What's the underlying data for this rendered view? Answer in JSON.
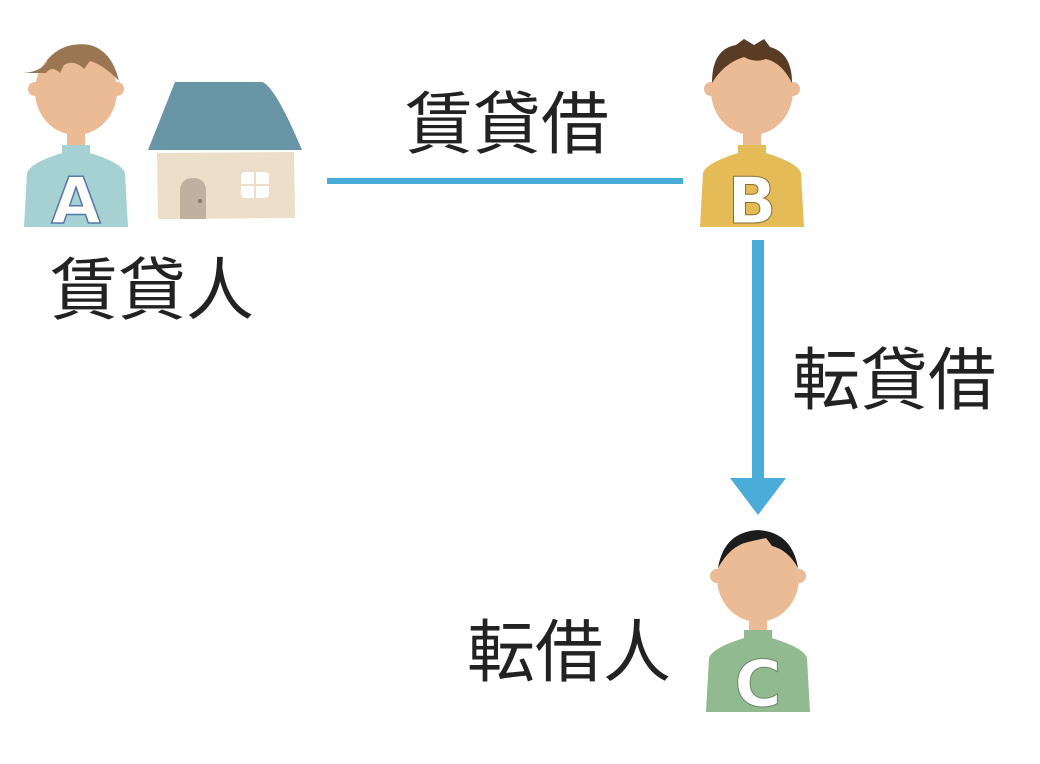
{
  "labels": {
    "lessor": "賃貸人",
    "lease": "賃貸借",
    "sublease": "転貸借",
    "sublessee": "転借人"
  },
  "persons": [
    {
      "letter": "A",
      "shirt": "#a5d1d2",
      "hair": "#9a7652"
    },
    {
      "letter": "B",
      "shirt": "#e4bb57",
      "hair": "#5a3b24"
    },
    {
      "letter": "C",
      "shirt": "#92ba90",
      "hair": "#1c1c1c"
    }
  ],
  "colors": {
    "skin": "#ebbb96",
    "arrow": "#4aacd8",
    "roof": "#6795a6",
    "wall": "#ecdec8",
    "door": "#bfb0a0"
  }
}
